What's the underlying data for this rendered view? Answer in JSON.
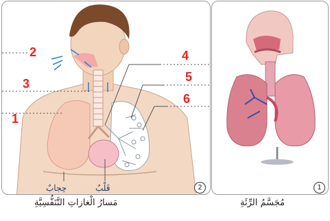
{
  "panel_left": {
    "number": "2",
    "markers": [
      "1",
      "2",
      "3",
      "4",
      "5",
      "6"
    ],
    "label_diaphragm": "حِجابٌ",
    "label_heart": "قَلْبٌ"
  },
  "panel_right": {
    "number": "1"
  },
  "captions": {
    "left": "مَسارُ الْغازاتِ التَّنَفُّسِيَّةِ",
    "right": "مُجَسَّمُ الرِّئَةِ"
  }
}
